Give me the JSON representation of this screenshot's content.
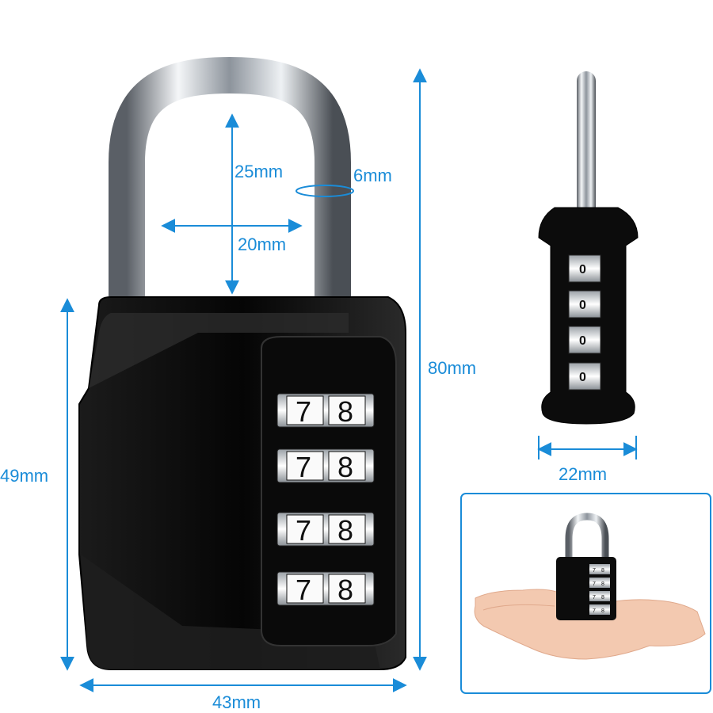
{
  "product": {
    "dial_digits": [
      "7",
      "8"
    ],
    "side_view_digit": "0",
    "inset_digits": [
      "7",
      "8"
    ]
  },
  "dimensions": {
    "shackle_height": "25mm",
    "shackle_diameter": "6mm",
    "shackle_width": "20mm",
    "total_height": "80mm",
    "body_height": "49mm",
    "body_width": "43mm",
    "thickness": "22mm"
  },
  "colors": {
    "dimension_lines": "#1a8cd8",
    "lock_body": "#0d0d0d",
    "shackle": "#c9ced6",
    "inset_frame": "#1a8cd8"
  },
  "icons": {
    "arrow": "double-headed-arrow"
  }
}
